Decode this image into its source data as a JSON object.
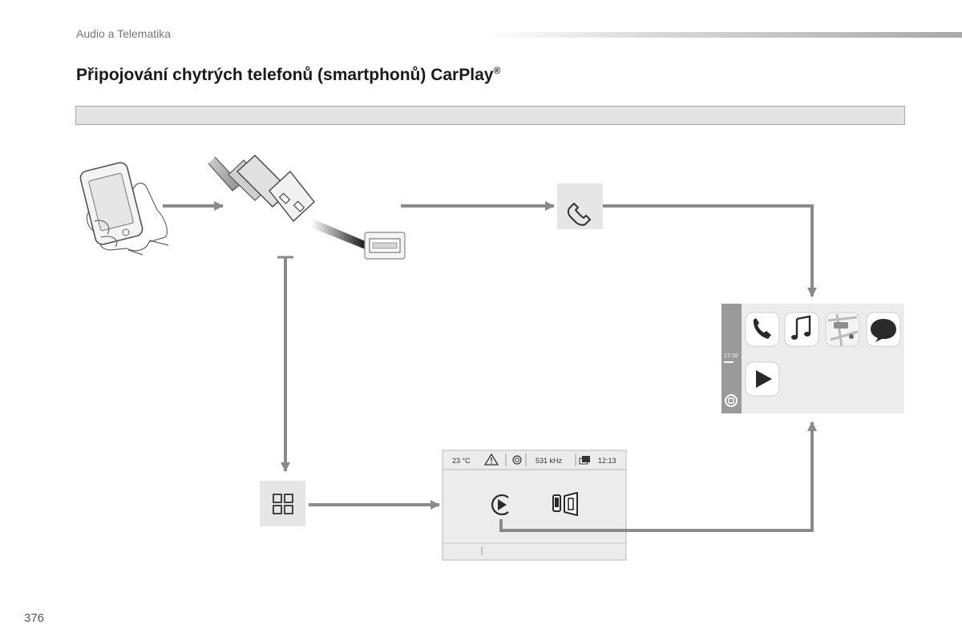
{
  "header": {
    "section": "Audio a Telematika",
    "title": "Připojování chytrých telefonů (smartphonů) CarPlay",
    "title_mark": "®"
  },
  "screen": {
    "temperature": "23 °C",
    "frequency": "531 kHz",
    "time": "12:13"
  },
  "carplay": {
    "clock": "17:10"
  },
  "page": {
    "number": "376"
  }
}
